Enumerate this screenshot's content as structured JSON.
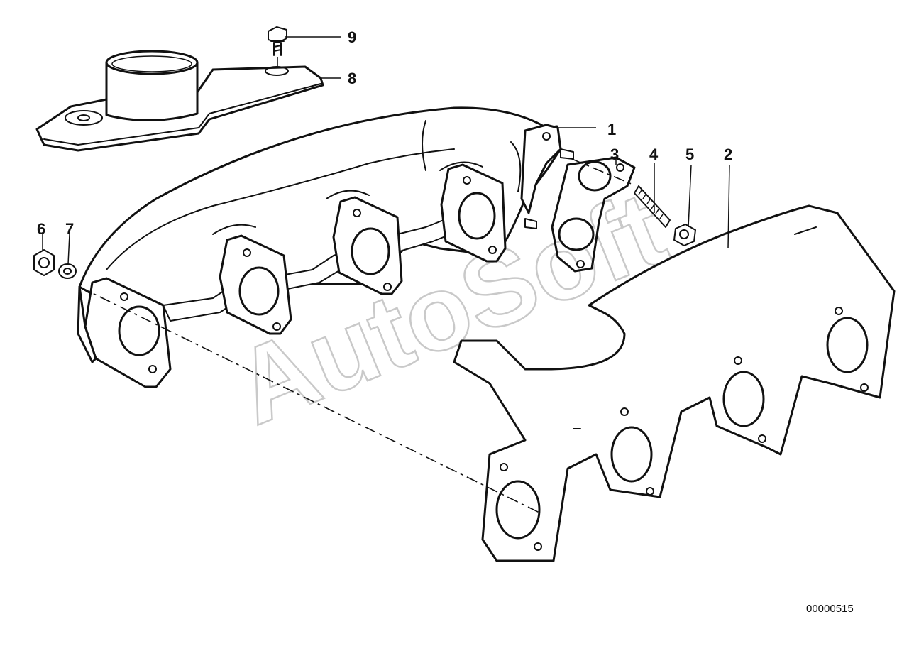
{
  "callouts": [
    {
      "id": "1",
      "label": "1"
    },
    {
      "id": "2",
      "label": "2"
    },
    {
      "id": "3",
      "label": "3"
    },
    {
      "id": "4",
      "label": "4"
    },
    {
      "id": "5",
      "label": "5"
    },
    {
      "id": "6",
      "label": "6"
    },
    {
      "id": "7",
      "label": "7"
    },
    {
      "id": "8",
      "label": "8"
    },
    {
      "id": "9",
      "label": "9"
    }
  ],
  "diagram_id": "00000515",
  "watermark": "AutoSoft",
  "colors": {
    "line": "#111111",
    "background": "#ffffff",
    "watermark": "#c9c9c9"
  }
}
